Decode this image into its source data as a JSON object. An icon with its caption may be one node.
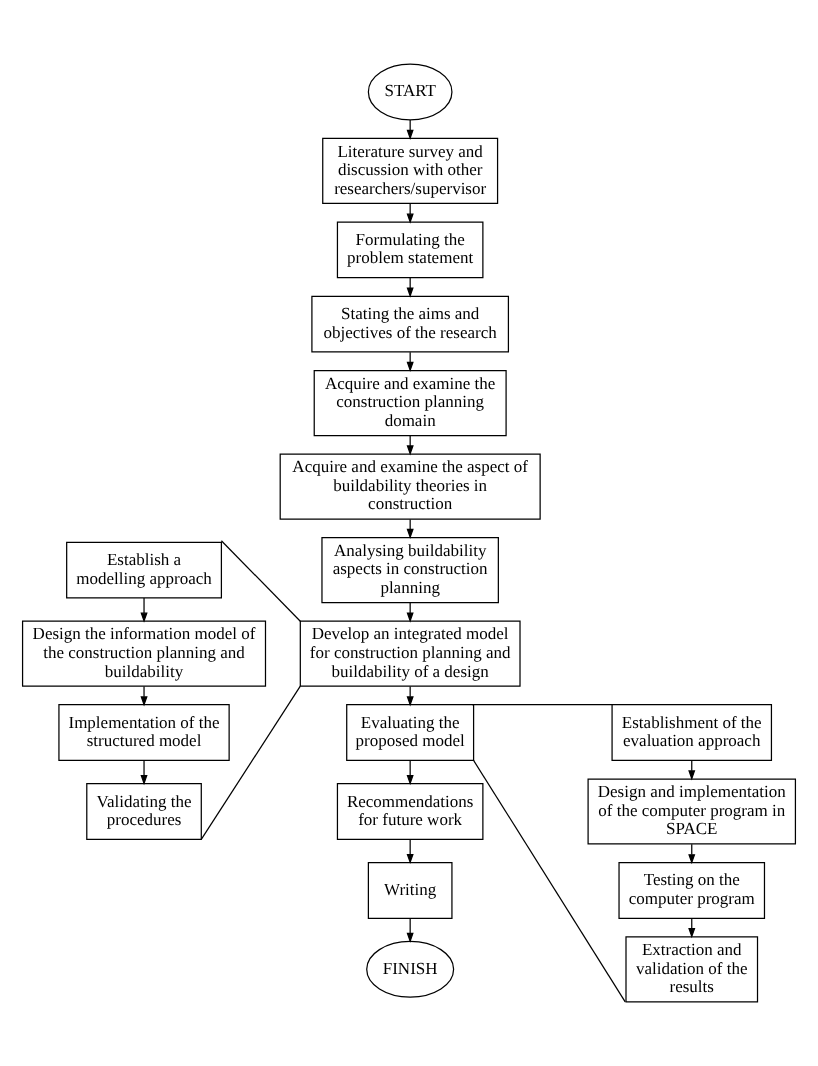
{
  "diagram": {
    "nodes": [
      {
        "text": [
          "START"
        ]
      },
      {
        "text": [
          "Literature survey and discussion with other researchers/supervisor"
        ]
      },
      {
        "text": [
          "Formulating the problem statement"
        ]
      },
      {
        "text": [
          "Stating the aims and objectives of the research"
        ]
      },
      {
        "text": [
          "Acquire and examine the construction planning domain"
        ]
      },
      {
        "text": [
          "Acquire and examine the aspect of buildability theories in construction"
        ]
      },
      {
        "text": [
          "Analysing buildability aspects in construction planning"
        ]
      },
      {
        "text": [
          "Establish a modelling approach"
        ]
      },
      {
        "text": [
          "Design the information model of the construction planning and buildability"
        ]
      },
      {
        "text": [
          "Implementation of the structured model"
        ]
      },
      {
        "text": [
          "Validating the procedures"
        ]
      },
      {
        "text": [
          "Develop an integrated model for construction planning and buildability of a design"
        ]
      },
      {
        "text": [
          "Evaluating the proposed model"
        ]
      },
      {
        "text": [
          "Establishment of the evaluation approach"
        ]
      },
      {
        "text": [
          "Design and implementation of the computer program in SPACE"
        ]
      },
      {
        "text": [
          "Testing on the computer program"
        ]
      },
      {
        "text": [
          "Extraction and validation of the results"
        ]
      },
      {
        "text": [
          "Recommendations for future work"
        ]
      },
      {
        "text": [
          "Writing"
        ]
      },
      {
        "text": [
          "FINISH"
        ]
      }
    ],
    "edges": [
      {
        "from": 0,
        "to": 1,
        "arrow": "to"
      },
      {
        "from": 1,
        "to": 2,
        "arrow": "to"
      },
      {
        "from": 2,
        "to": 3,
        "arrow": "to"
      },
      {
        "from": 3,
        "to": 4,
        "arrow": "to"
      },
      {
        "from": 4,
        "to": 5,
        "arrow": "to"
      },
      {
        "from": 5,
        "to": 6,
        "arrow": "to"
      },
      {
        "from": 6,
        "to": 11,
        "arrow": "to"
      },
      {
        "from": 11,
        "to": 12,
        "arrow": "to"
      },
      {
        "from": 12,
        "to": 17,
        "arrow": "to"
      },
      {
        "from": 17,
        "to": 18,
        "arrow": "to"
      },
      {
        "from": 18,
        "to": 19,
        "arrow": "to"
      },
      {
        "from": 7,
        "to": 8,
        "arrow": "to"
      },
      {
        "from": 8,
        "to": 9,
        "arrow": "to"
      },
      {
        "from": 9,
        "to": 10,
        "arrow": "to"
      },
      {
        "from": 13,
        "to": 14,
        "arrow": "to"
      },
      {
        "from": 14,
        "to": 15,
        "arrow": "to"
      },
      {
        "from": 15,
        "to": 16,
        "arrow": "to"
      },
      {
        "from": 11,
        "to": 7,
        "arrow": "none"
      },
      {
        "from": 11,
        "to": 10,
        "arrow": "none"
      },
      {
        "from": 12,
        "to": 13,
        "arrow": "none"
      },
      {
        "from": 12,
        "to": 16,
        "arrow": "none"
      }
    ]
  }
}
